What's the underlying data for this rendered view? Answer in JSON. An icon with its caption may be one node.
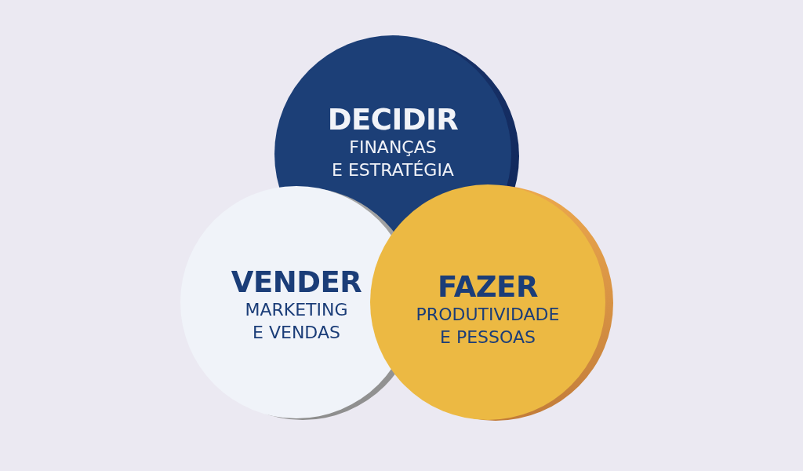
{
  "diagram": {
    "nodes": [
      {
        "text": [
          "DECIDIR",
          "FINANÇAS E ESTRATÉGIA"
        ]
      },
      {
        "text": [
          "VENDER",
          "MARKETING E VENDAS"
        ]
      },
      {
        "text": [
          "FAZER",
          "PRODUTIVIDADE E PESSOAS"
        ]
      }
    ]
  }
}
